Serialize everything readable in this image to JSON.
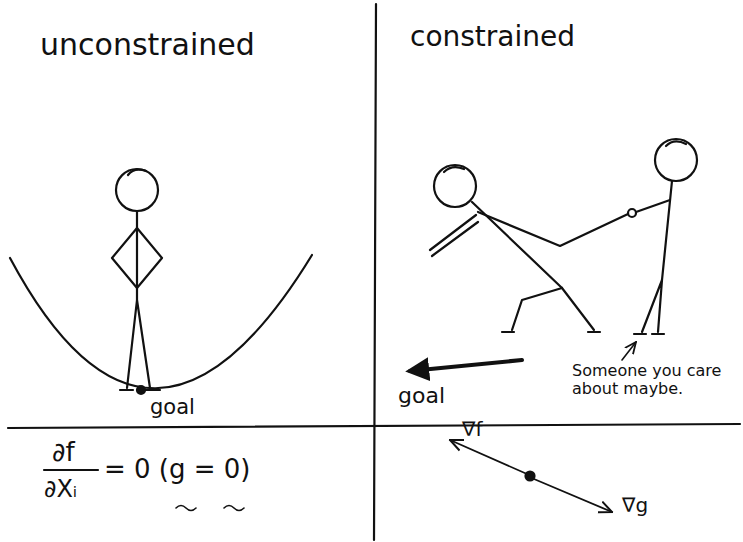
{
  "diagram": {
    "labels": [
      "unconstrained",
      "constrained",
      "goal",
      "goal",
      "Someone you care about maybe.",
      "∂f",
      "∂Xᵢ",
      "= 0 (g = 0)",
      "∇f",
      "∇g"
    ]
  }
}
